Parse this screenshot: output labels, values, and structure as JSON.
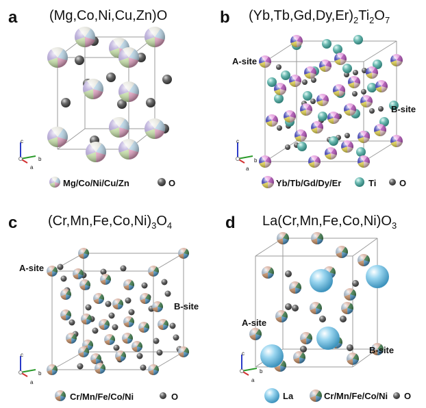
{
  "panels": {
    "a": {
      "label": "a",
      "title": "(Mg,Co,Ni,Cu,Zn)O",
      "legend": {
        "cation": "Mg/Co/Ni/Cu/Zn",
        "o": "O"
      }
    },
    "b": {
      "label": "b",
      "title_main": "(Yb,Tb,Gd,Dy,Er)",
      "title_sub1": "2",
      "title_mid": "Ti",
      "title_sub2": "2",
      "title_end": "O",
      "title_sub3": "7",
      "site_a": "A-site",
      "site_b": "B-site",
      "legend": {
        "cation": "Yb/Tb/Gd/Dy/Er",
        "ti": "Ti",
        "o": "O"
      }
    },
    "c": {
      "label": "c",
      "title_main": "(Cr,Mn,Fe,Co,Ni)",
      "title_sub1": "3",
      "title_end": "O",
      "title_sub2": "4",
      "site_a": "A-site",
      "site_b": "B-site",
      "legend": {
        "cation": "Cr/Mn/Fe/Co/Ni",
        "o": "O"
      }
    },
    "d": {
      "label": "d",
      "title_main": "La(Cr,Mn,Fe,Co,Ni)O",
      "title_sub": "3",
      "site_a": "A-site",
      "site_b": "B-site",
      "legend": {
        "la": "La",
        "cation": "Cr/Mn/Fe/Co/Ni",
        "o": "O"
      }
    }
  },
  "axes": {
    "c": "c",
    "b": "b",
    "a": "a"
  },
  "colors": {
    "oxygen": "#5a5a5a",
    "ti": "#5fb0a8",
    "la": "#8fd0ec",
    "cell_edge": "#9a9a9a",
    "axis_a": "#d23030",
    "axis_b": "#2a9a2a",
    "axis_c": "#2a3ac8"
  }
}
